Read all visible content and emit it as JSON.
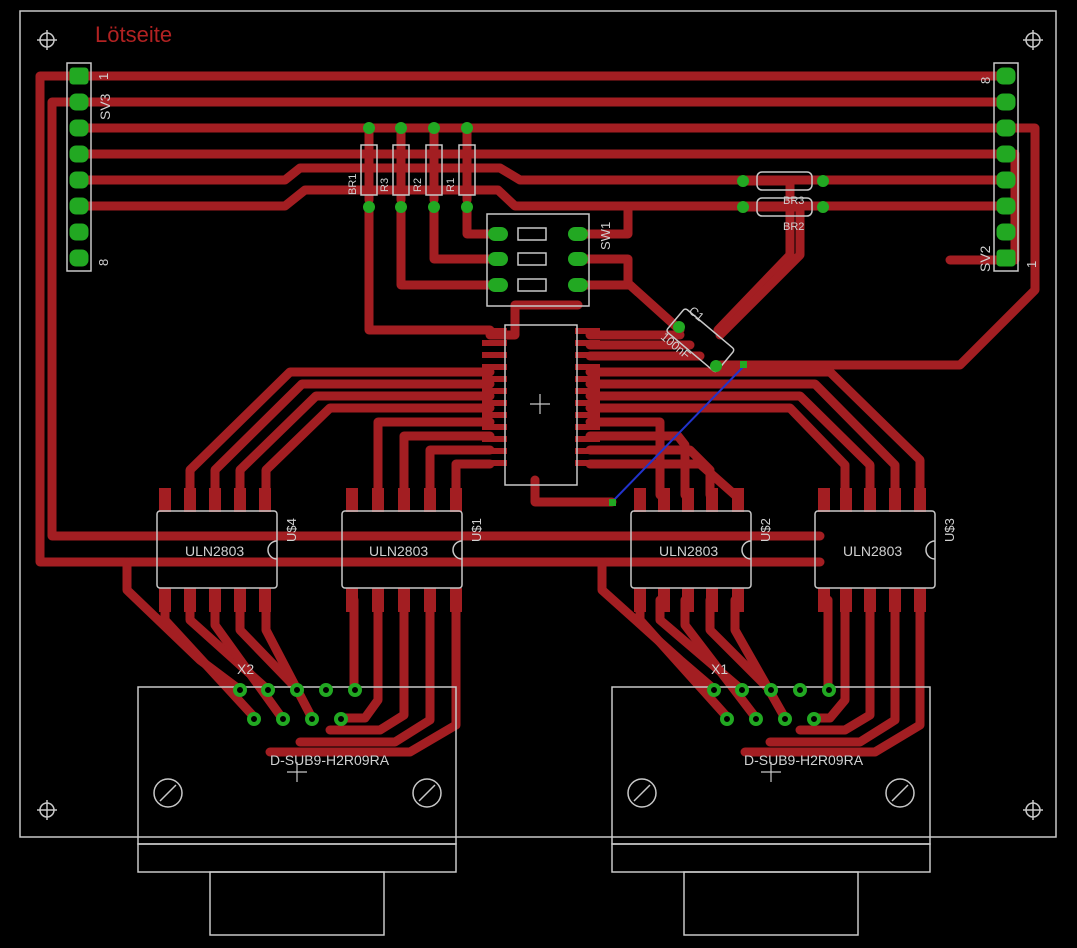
{
  "title": "Lötseite",
  "colors": {
    "background": "#000000",
    "trace": "#a31e22",
    "pad": "#22a822",
    "outline": "#c8c8c8",
    "label": "#d0d0d0",
    "title": "#b22222",
    "via_trace": "#2233cc"
  },
  "headers": {
    "sv3": {
      "name": "SV3",
      "pin_first": "1",
      "pin_last": "8"
    },
    "sv2": {
      "name": "SV2",
      "pin_first": "1",
      "pin_last": "8"
    }
  },
  "resistors": [
    "BR1",
    "R3",
    "R2",
    "R1"
  ],
  "bridges": [
    "BR3",
    "BR2"
  ],
  "switch": "SW1",
  "capacitor": {
    "name": "C1",
    "value": "100nF"
  },
  "drivers": [
    {
      "ref": "U$4",
      "part": "ULN2803"
    },
    {
      "ref": "U$1",
      "part": "ULN2803"
    },
    {
      "ref": "U$2",
      "part": "ULN2803"
    },
    {
      "ref": "U$3",
      "part": "ULN2803"
    }
  ],
  "connectors": [
    {
      "ref": "X2",
      "part": "D-SUB9-H2R09RA"
    },
    {
      "ref": "X1",
      "part": "D-SUB9-H2R09RA"
    }
  ]
}
